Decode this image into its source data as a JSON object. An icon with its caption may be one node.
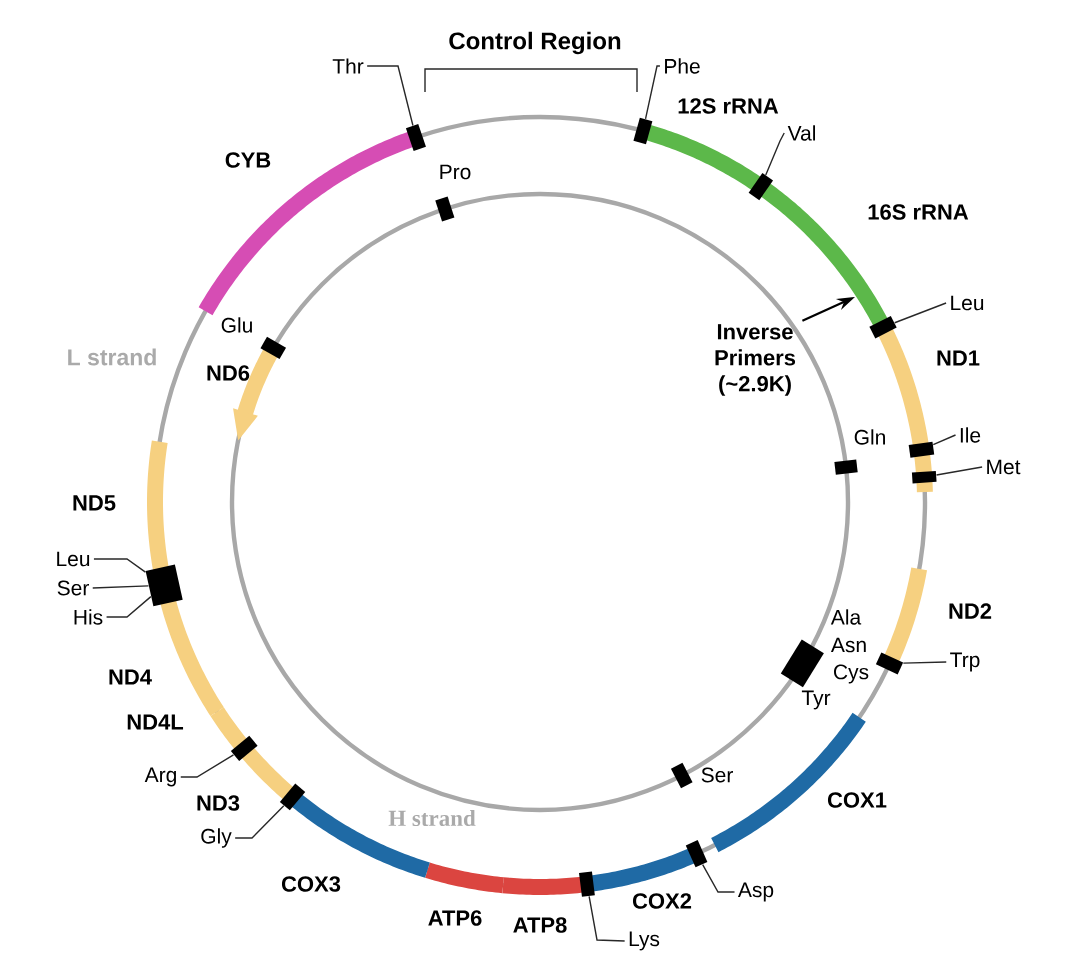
{
  "diagram": {
    "nodes": [
      {
        "text": [
          "12S rRNA"
        ]
      },
      {
        "text": [
          "16S rRNA"
        ]
      },
      {
        "text": [
          "ND1"
        ]
      },
      {
        "text": [
          "ND2"
        ]
      },
      {
        "text": [
          "COX1"
        ]
      },
      {
        "text": [
          "COX2"
        ]
      },
      {
        "text": [
          "ATP8"
        ]
      },
      {
        "text": [
          "ATP6"
        ]
      },
      {
        "text": [
          "COX3"
        ]
      },
      {
        "text": [
          "ND3"
        ]
      },
      {
        "text": [
          "ND4L"
        ]
      },
      {
        "text": [
          "ND4"
        ]
      },
      {
        "text": [
          "ND5"
        ]
      },
      {
        "text": [
          "CYB"
        ]
      },
      {
        "text": [
          "ND6"
        ]
      },
      {
        "text": [
          "Thr"
        ]
      },
      {
        "text": [],
        "shape": "box"
      },
      {
        "text": [
          "Phe"
        ]
      },
      {
        "text": [],
        "shape": "box"
      },
      {
        "text": [
          "Val"
        ]
      },
      {
        "text": [],
        "shape": "box"
      },
      {
        "text": [
          "Leu"
        ]
      },
      {
        "text": [],
        "shape": "box"
      },
      {
        "text": [
          "Ile"
        ]
      },
      {
        "text": [],
        "shape": "box"
      },
      {
        "text": [
          "Met"
        ]
      },
      {
        "text": [],
        "shape": "box"
      },
      {
        "text": [
          "Trp"
        ]
      },
      {
        "text": [],
        "shape": "box"
      },
      {
        "text": [
          "Asp"
        ]
      },
      {
        "text": [],
        "shape": "box"
      },
      {
        "text": [
          "Lys"
        ]
      },
      {
        "text": [],
        "shape": "box"
      },
      {
        "text": [
          "Gly"
        ]
      },
      {
        "text": [],
        "shape": "box"
      },
      {
        "text": [
          "Arg"
        ]
      },
      {
        "text": [],
        "shape": "box"
      },
      {
        "text": [
          "Leu"
        ]
      },
      {
        "text": [
          "Ser"
        ]
      },
      {
        "text": [
          "His"
        ]
      },
      {
        "text": [],
        "shape": "box"
      },
      {
        "text": [
          "Pro"
        ]
      },
      {
        "text": [
          "Glu"
        ]
      },
      {
        "text": [
          "Gln"
        ]
      },
      {
        "text": [
          "Ala",
          "Asn",
          "Cys",
          "Tyr"
        ]
      },
      {
        "text": [
          "Ser"
        ]
      },
      {
        "text": [
          "Inverse Primers (~2.9K)"
        ]
      }
    ],
    "edges": [
      {
        "from": 15,
        "to": 16,
        "arrow": "none"
      },
      {
        "from": 17,
        "to": 18,
        "arrow": "none"
      },
      {
        "from": 19,
        "to": 20,
        "arrow": "none"
      },
      {
        "from": 21,
        "to": 22,
        "arrow": "none"
      },
      {
        "from": 23,
        "to": 24,
        "arrow": "none"
      },
      {
        "from": 25,
        "to": 26,
        "arrow": "none"
      },
      {
        "from": 27,
        "to": 28,
        "arrow": "none"
      },
      {
        "from": 29,
        "to": 30,
        "arrow": "none"
      },
      {
        "from": 31,
        "to": 32,
        "arrow": "none"
      },
      {
        "from": 33,
        "to": 34,
        "arrow": "none"
      },
      {
        "from": 35,
        "to": 36,
        "arrow": "none"
      },
      {
        "from": 37,
        "to": 40,
        "arrow": "none"
      },
      {
        "from": 38,
        "to": 40,
        "arrow": "none"
      },
      {
        "from": 39,
        "to": 40,
        "arrow": "none"
      },
      {
        "from": 46,
        "to": null,
        "arrow": "to"
      }
    ],
    "labels": [
      "Control Region",
      "L strand",
      "H strand"
    ]
  }
}
